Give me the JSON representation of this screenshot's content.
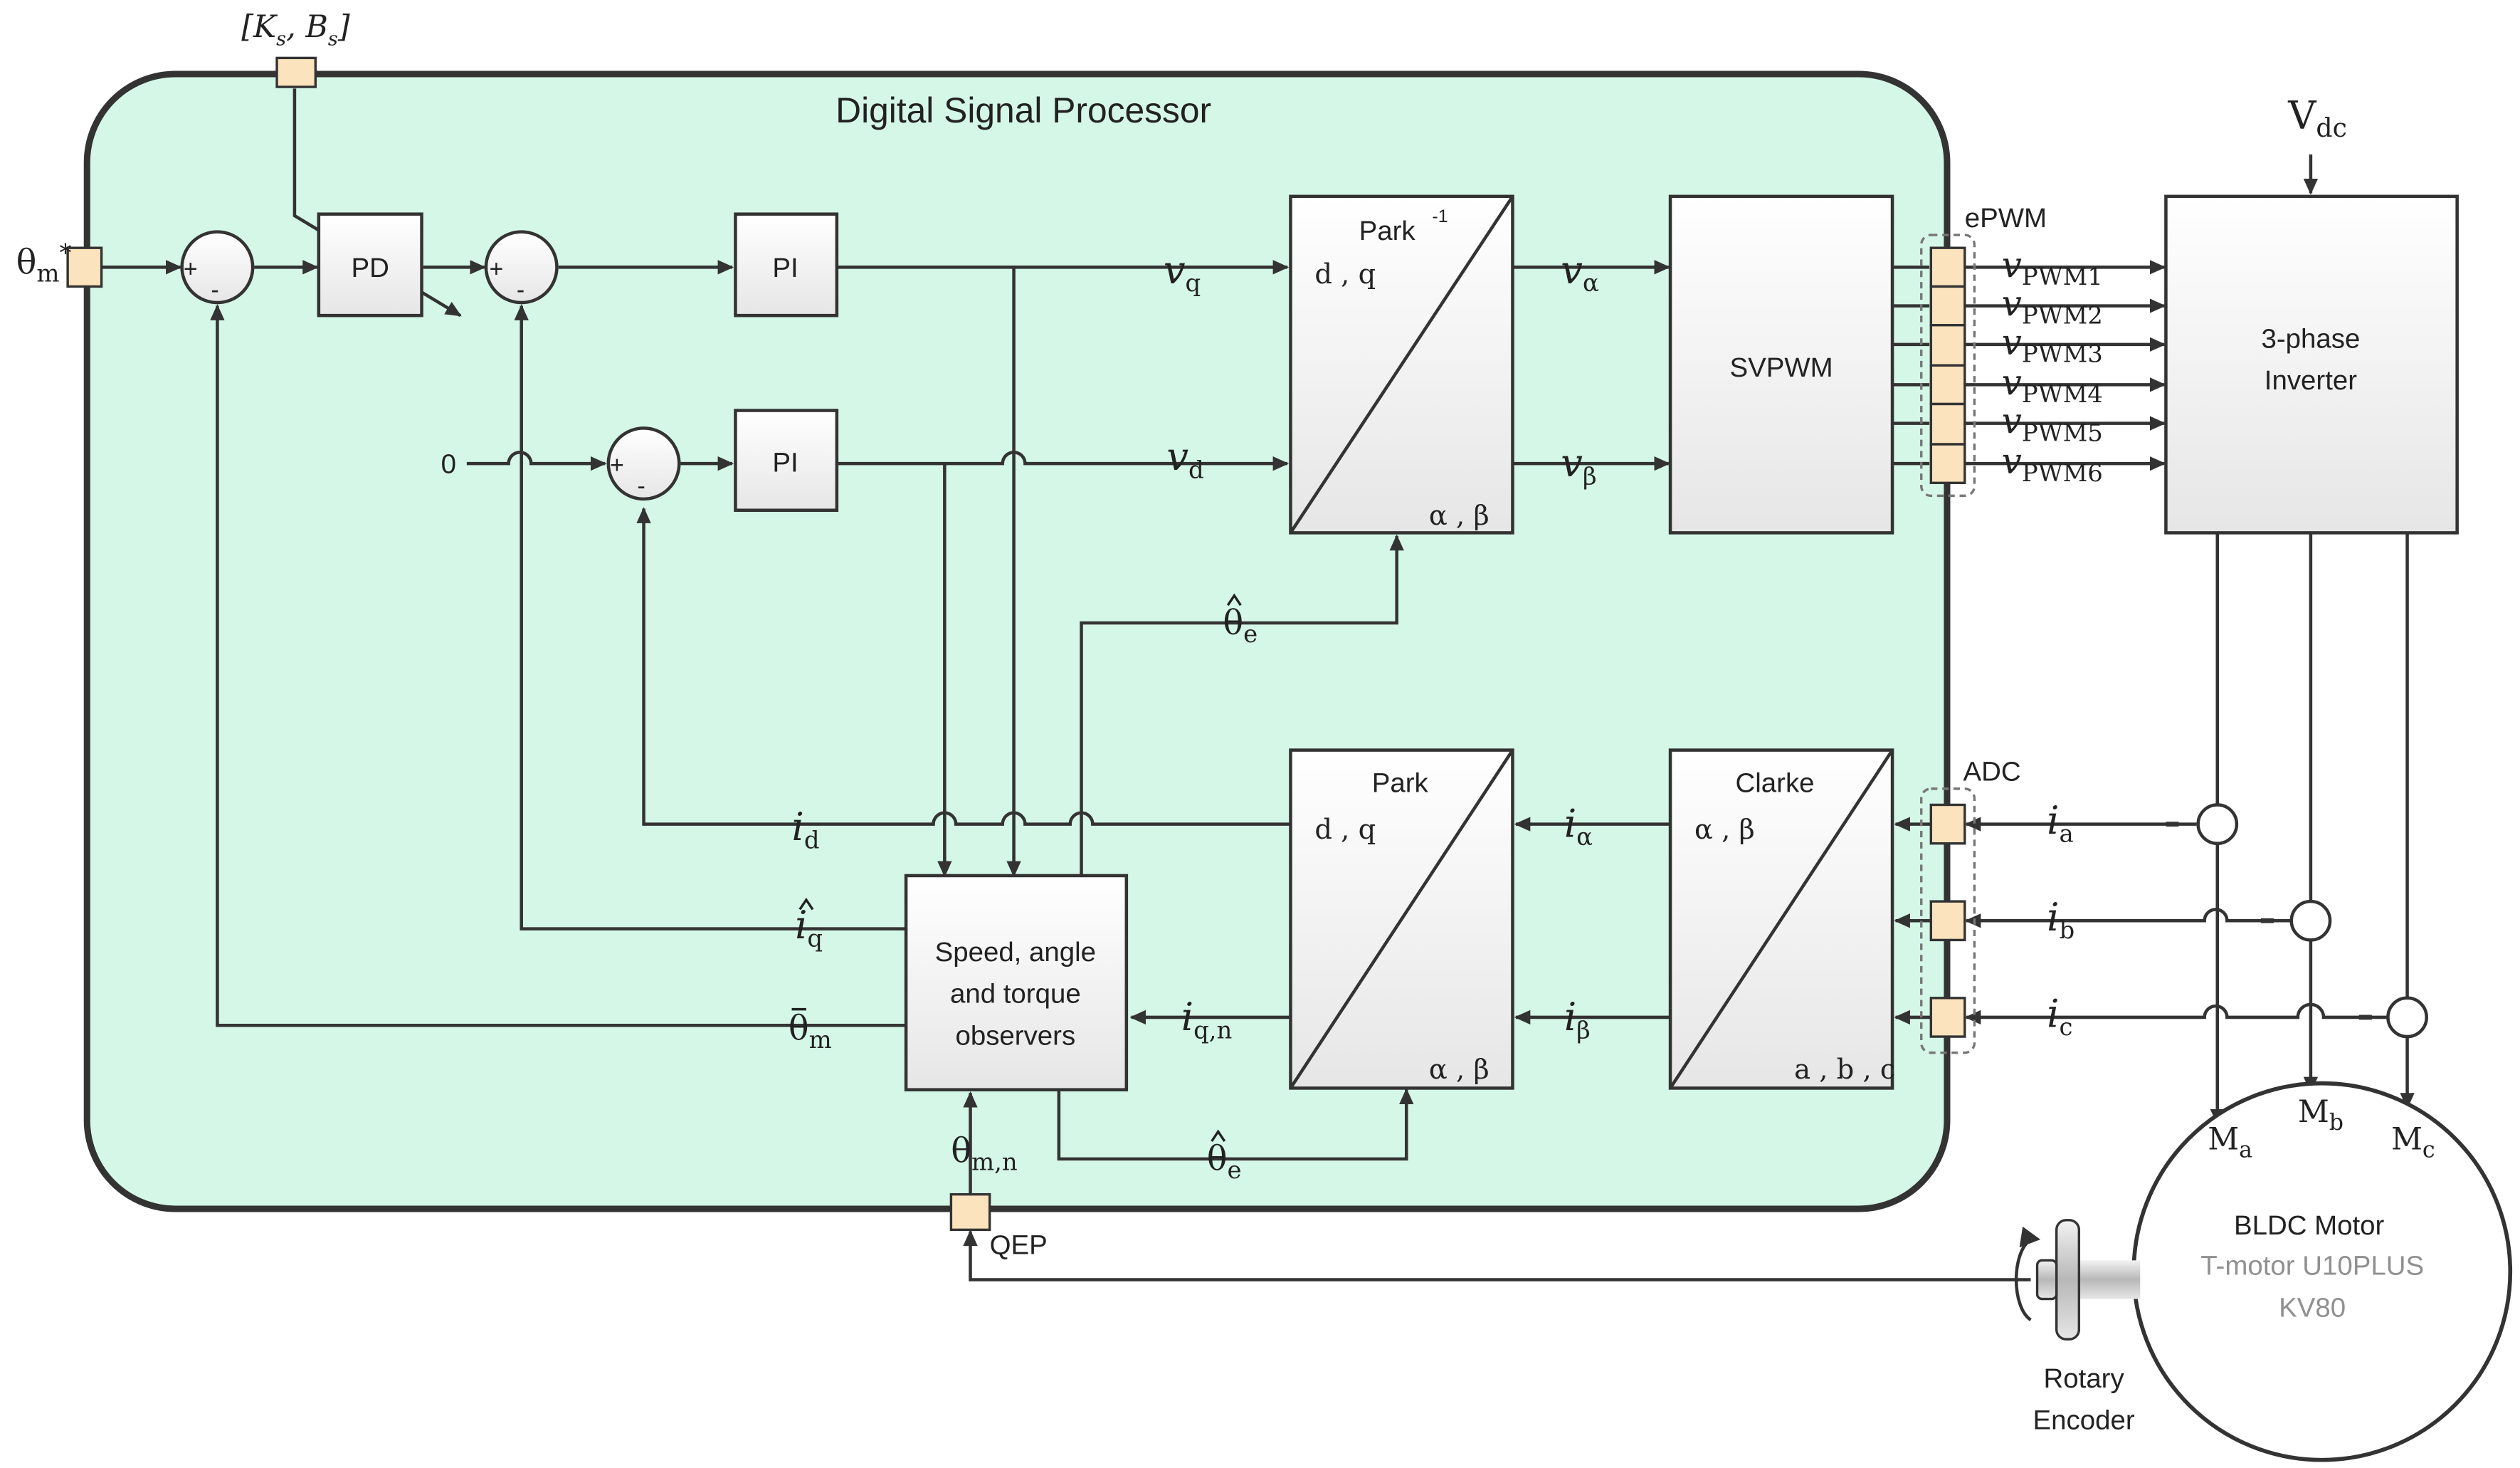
{
  "colors": {
    "dsp_fill": "#d5f7e8",
    "port_fill": "#fbe3bd",
    "line": "#333333",
    "motor_subtitle": "#909090"
  },
  "dsp": {
    "title": "Digital Signal Processor"
  },
  "labels": {
    "ks_bs": "[K",
    "ks_sub": "s",
    "ks_mid": ", B",
    "bs_sub": "s",
    "ks_close": "]",
    "theta_ref": "θ",
    "theta_ref_sub": "m",
    "theta_ref_sup": "*",
    "zero": "0",
    "vq": "v",
    "vq_sub": "q",
    "vd": "v",
    "vd_sub": "d",
    "valpha": "v",
    "valpha_sub": "α",
    "vbeta": "v",
    "vbeta_sub": "β",
    "theta_e_hat_top": "θ",
    "theta_e_hat_top_sub": "e",
    "theta_e_hat_bottom": "θ",
    "theta_e_hat_bottom_sub": "e",
    "id": "i",
    "id_sub": "d",
    "iq_hat": "i",
    "iq_hat_sub": "q",
    "theta_m_hat": "θ",
    "theta_m_hat_sub": "m",
    "iqn": "i",
    "iqn_sub": "q,n",
    "ialpha": "i",
    "ialpha_sub": "α",
    "ibeta": "i",
    "ibeta_sub": "β",
    "ia": "i",
    "ia_sub": "a",
    "ib": "i",
    "ib_sub": "b",
    "ic": "i",
    "ic_sub": "c",
    "theta_mn": "θ",
    "theta_mn_sub": "m,n",
    "vdc": "V",
    "vdc_sub": "dc",
    "epwm": "ePWM",
    "adc": "ADC",
    "qep": "QEP",
    "ma": "M",
    "ma_sub": "a",
    "mb": "M",
    "mb_sub": "b",
    "mc": "M",
    "mc_sub": "c",
    "vpwm": [
      "v",
      "v",
      "v",
      "v",
      "v",
      "v"
    ],
    "vpwm_sub": [
      "PWM1",
      "PWM2",
      "PWM3",
      "PWM4",
      "PWM5",
      "PWM6"
    ]
  },
  "blocks": {
    "pd": "PD",
    "pi_top": "PI",
    "pi_bottom": "PI",
    "park_inv": "Park",
    "park_inv_sup": "-1",
    "park_inv_in": "d , q",
    "park_inv_out": "α , β",
    "svpwm": "SVPWM",
    "inverter_line1": "3-phase",
    "inverter_line2": "Inverter",
    "park": "Park",
    "park_in": "d , q",
    "park_out": "α , β",
    "clarke": "Clarke",
    "clarke_in": "α , β",
    "clarke_out": "a , b , c",
    "observer_line1": "Speed, angle",
    "observer_line2": "and torque",
    "observer_line3": "observers"
  },
  "sums": {
    "plus": "+",
    "minus": "-"
  },
  "motor": {
    "title": "BLDC Motor",
    "model": "T-motor U10PLUS",
    "kv": "KV80"
  },
  "encoder": {
    "line1": "Rotary",
    "line2": "Encoder"
  }
}
